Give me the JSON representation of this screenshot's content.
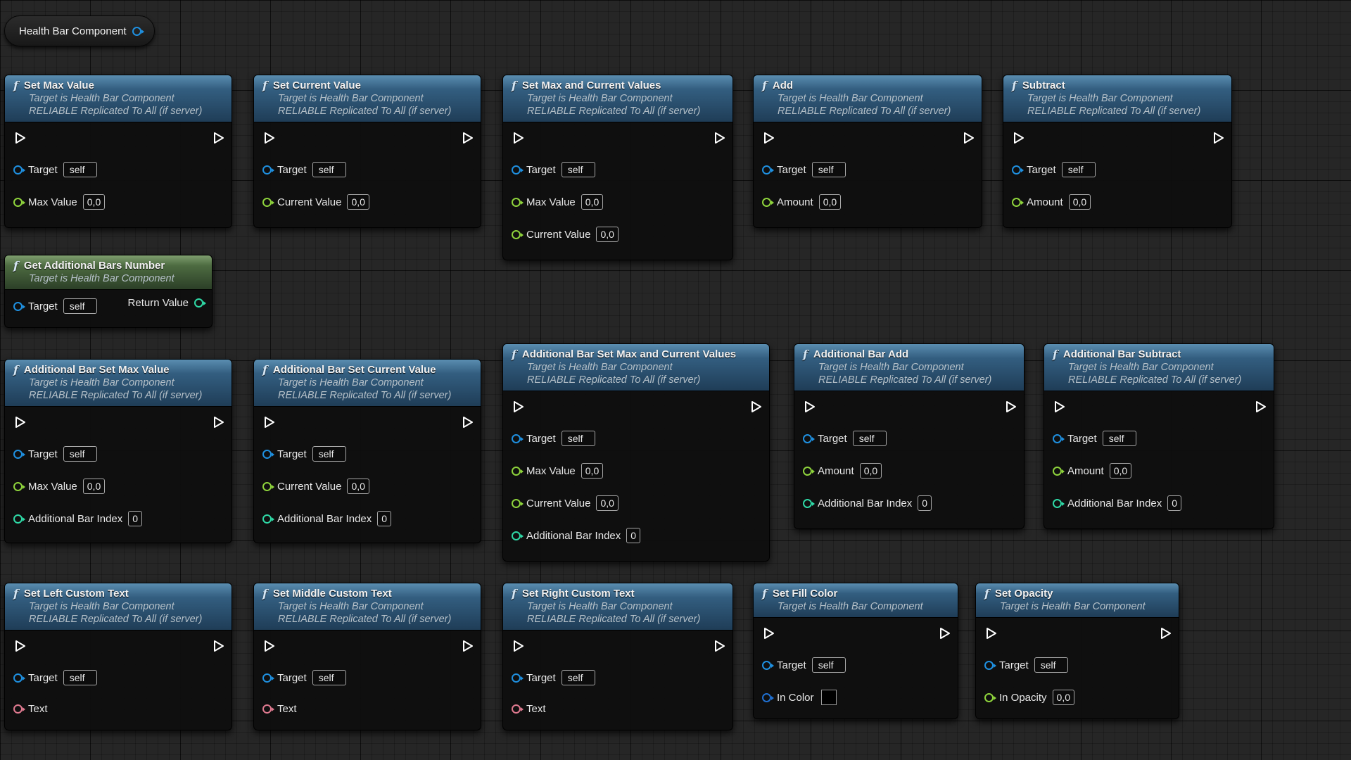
{
  "variable_node": {
    "label": "Health Bar Component"
  },
  "common": {
    "target_label": "Target",
    "self_value": "self",
    "target_sub": "Target is Health Bar Component",
    "replicated_sub": "RELIABLE Replicated To All (if server)"
  },
  "nodes": {
    "set_max_value": {
      "title": "Set Max Value",
      "pins": {
        "max_value": {
          "label": "Max Value",
          "value": "0,0"
        }
      }
    },
    "set_current_value": {
      "title": "Set Current Value",
      "pins": {
        "current_value": {
          "label": "Current Value",
          "value": "0,0"
        }
      }
    },
    "set_max_and_current": {
      "title": "Set Max and Current Values",
      "pins": {
        "max_value": {
          "label": "Max Value",
          "value": "0,0"
        },
        "current_value": {
          "label": "Current Value",
          "value": "0,0"
        }
      }
    },
    "add": {
      "title": "Add",
      "pins": {
        "amount": {
          "label": "Amount",
          "value": "0,0"
        }
      }
    },
    "subtract": {
      "title": "Subtract",
      "pins": {
        "amount": {
          "label": "Amount",
          "value": "0,0"
        }
      }
    },
    "get_additional_bars_number": {
      "title": "Get Additional Bars Number",
      "pins": {
        "return_value": {
          "label": "Return Value"
        }
      }
    },
    "ab_set_max_value": {
      "title": "Additional Bar Set Max Value",
      "pins": {
        "max_value": {
          "label": "Max Value",
          "value": "0,0"
        },
        "bar_index": {
          "label": "Additional Bar Index",
          "value": "0"
        }
      }
    },
    "ab_set_current_value": {
      "title": "Additional Bar Set Current Value",
      "pins": {
        "current_value": {
          "label": "Current Value",
          "value": "0,0"
        },
        "bar_index": {
          "label": "Additional Bar Index",
          "value": "0"
        }
      }
    },
    "ab_set_max_and_current": {
      "title": "Additional Bar Set Max and Current Values",
      "pins": {
        "max_value": {
          "label": "Max Value",
          "value": "0,0"
        },
        "current_value": {
          "label": "Current Value",
          "value": "0,0"
        },
        "bar_index": {
          "label": "Additional Bar Index",
          "value": "0"
        }
      }
    },
    "ab_add": {
      "title": "Additional Bar Add",
      "pins": {
        "amount": {
          "label": "Amount",
          "value": "0,0"
        },
        "bar_index": {
          "label": "Additional Bar Index",
          "value": "0"
        }
      }
    },
    "ab_subtract": {
      "title": "Additional Bar Subtract",
      "pins": {
        "amount": {
          "label": "Amount",
          "value": "0,0"
        },
        "bar_index": {
          "label": "Additional Bar Index",
          "value": "0"
        }
      }
    },
    "set_left_text": {
      "title": "Set Left Custom Text",
      "pins": {
        "text": {
          "label": "Text"
        }
      }
    },
    "set_middle_text": {
      "title": "Set Middle Custom Text",
      "pins": {
        "text": {
          "label": "Text"
        }
      }
    },
    "set_right_text": {
      "title": "Set Right Custom Text",
      "pins": {
        "text": {
          "label": "Text"
        }
      }
    },
    "set_fill_color": {
      "title": "Set Fill Color",
      "pins": {
        "in_color": {
          "label": "In Color",
          "color": "#000000"
        }
      }
    },
    "set_opacity": {
      "title": "Set Opacity",
      "pins": {
        "in_opacity": {
          "label": "In Opacity",
          "value": "0,0"
        }
      }
    }
  },
  "colors": {
    "function_header": "#335e80",
    "pure_header": "#4d6b41",
    "object_pin": "#1f90e0",
    "float_pin": "#8ed33c",
    "int_pin": "#2fd9a6",
    "text_pin": "#e07a90",
    "struct_pin": "#1f6fd0"
  }
}
